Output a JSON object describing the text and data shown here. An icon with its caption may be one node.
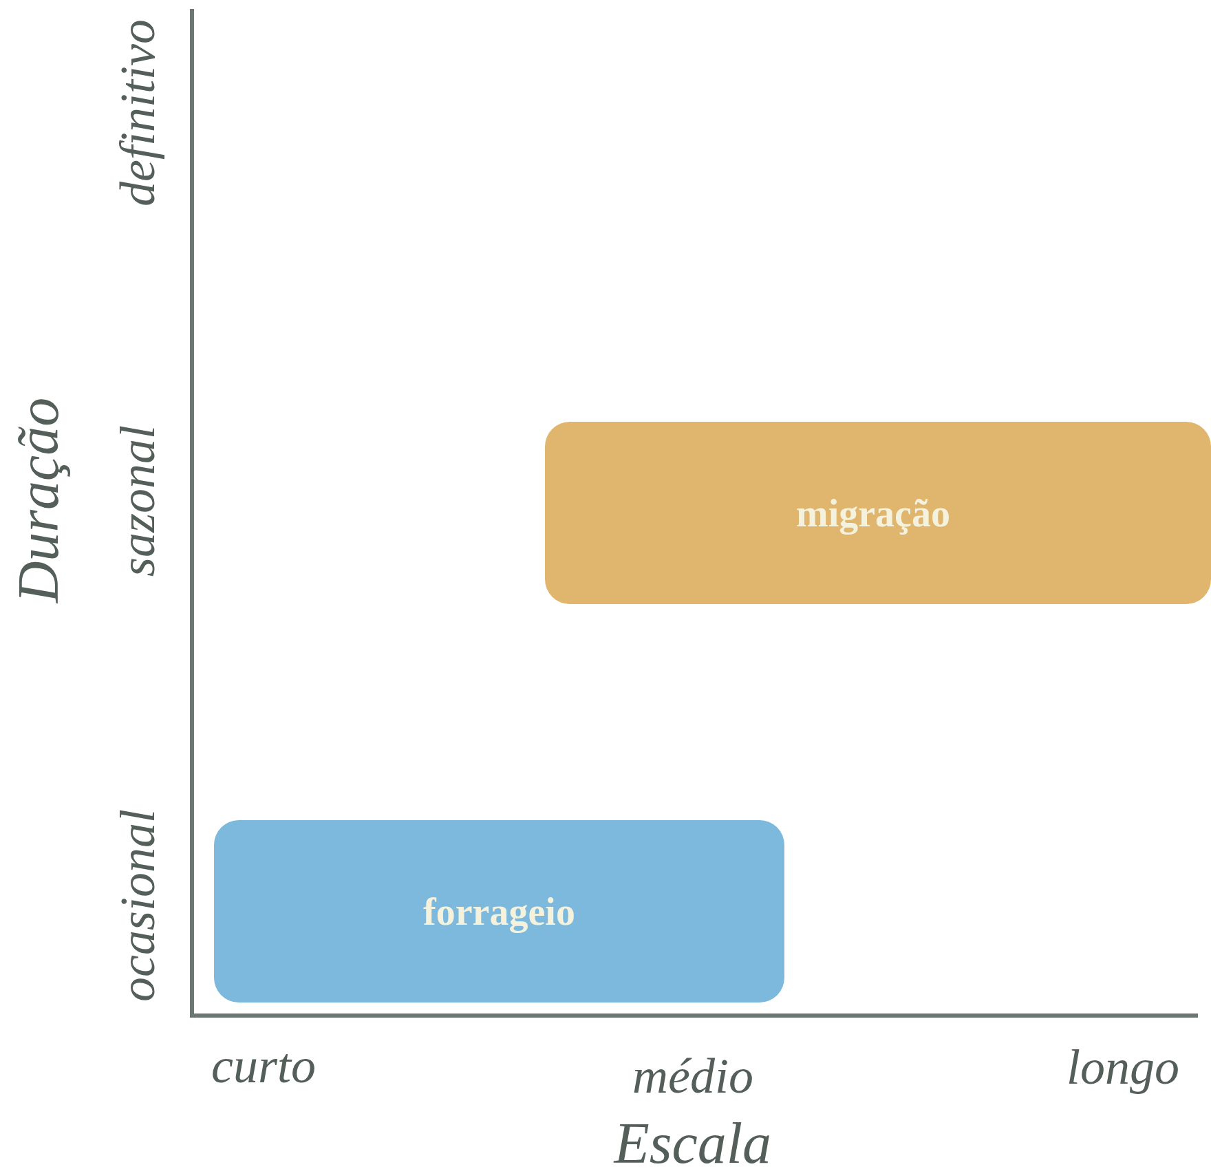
{
  "diagram": {
    "nodes": [
      {
        "text": [
          "migração"
        ]
      },
      {
        "text": [
          "forrageio"
        ]
      }
    ],
    "labels": [
      "definitivo",
      "sazonal",
      "ocasional",
      "Duração",
      "curto",
      "médio",
      "longo",
      "Escala"
    ]
  }
}
